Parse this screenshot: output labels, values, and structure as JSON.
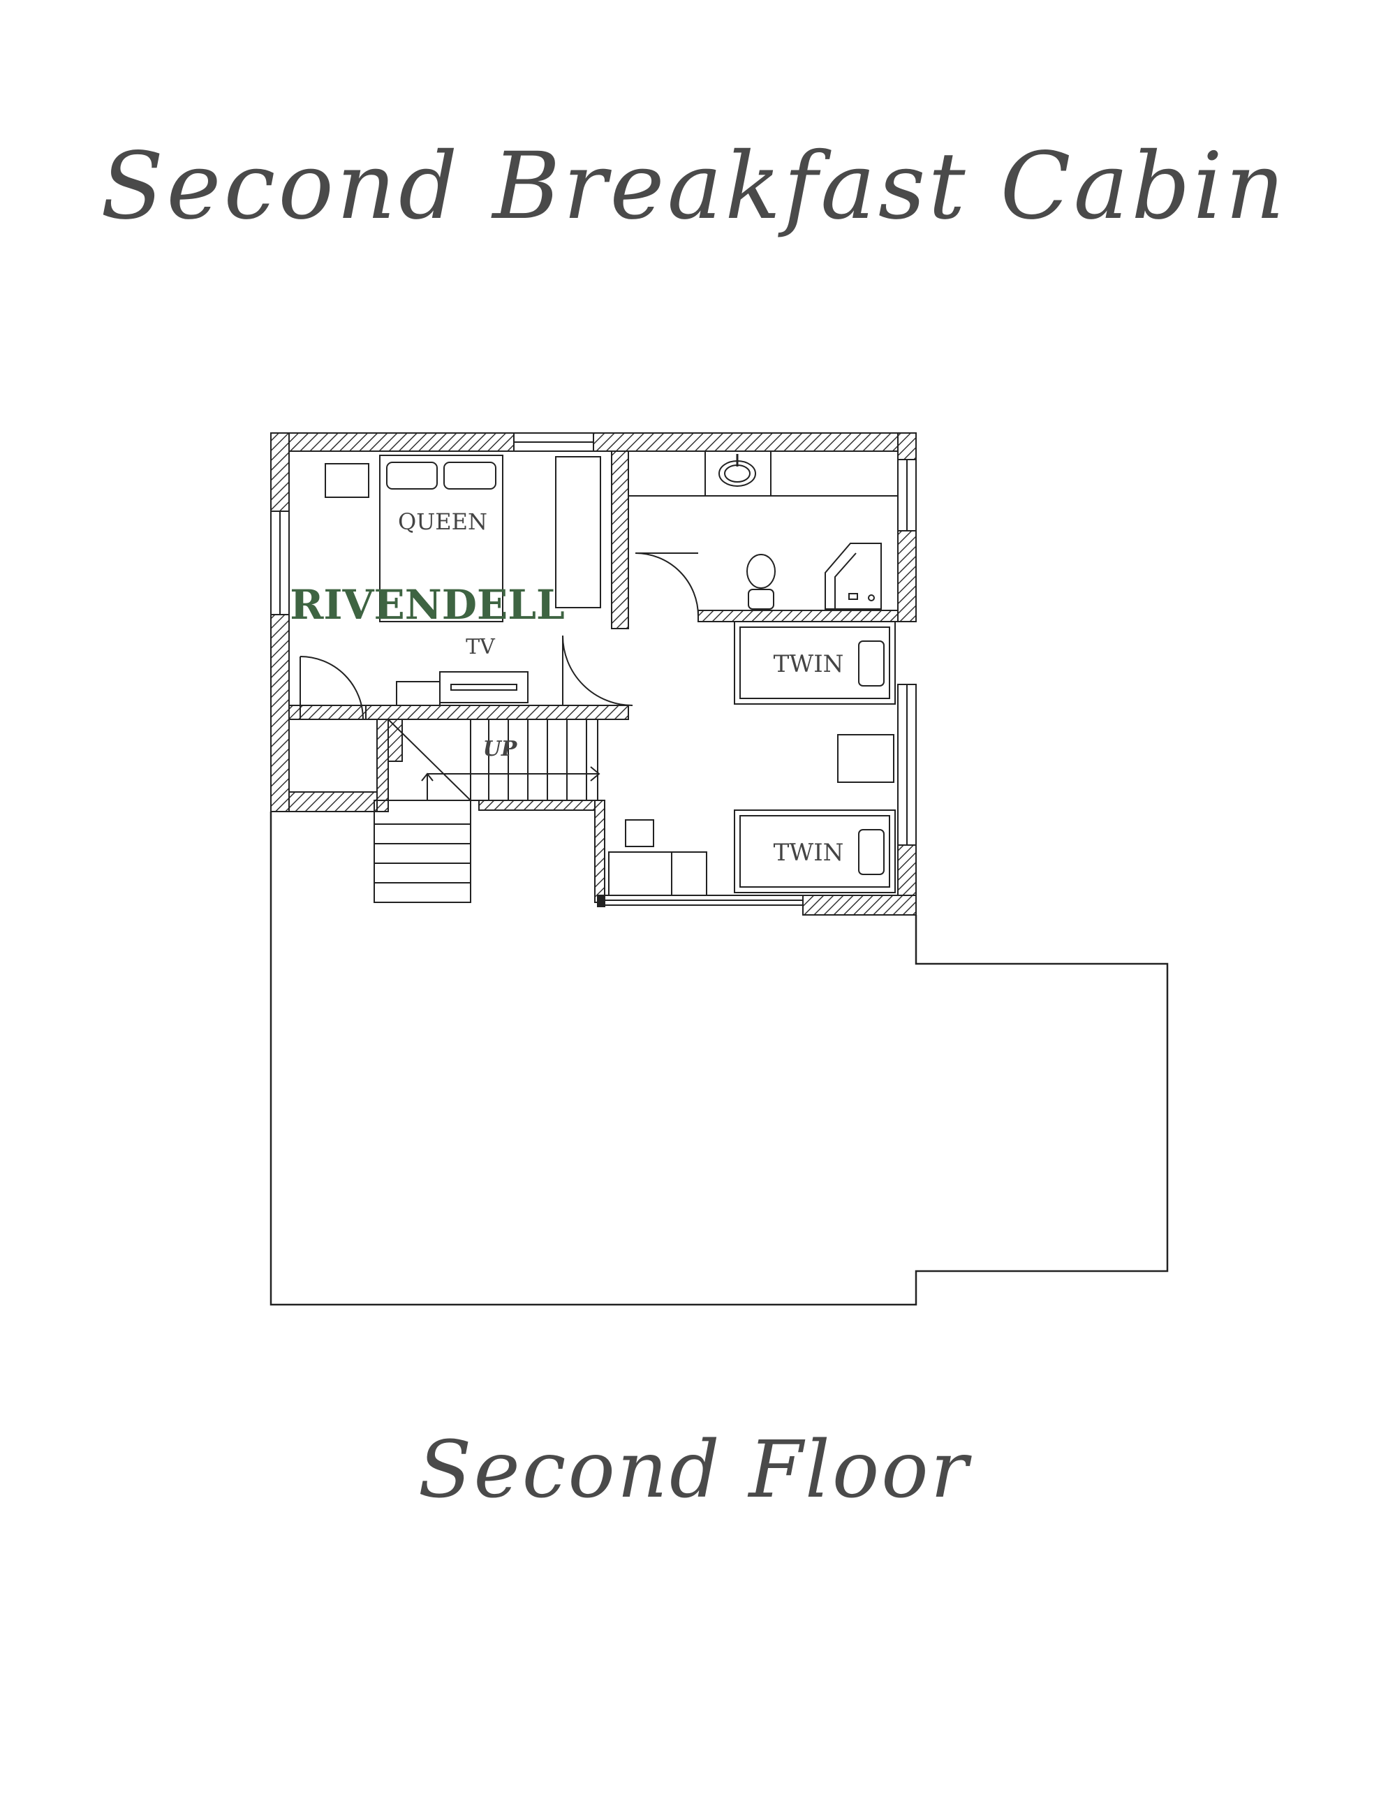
{
  "title": "Second Breakfast Cabin",
  "floor_title": "Second Floor",
  "plan": {
    "room_name": "RIVENDELL",
    "labels": {
      "queen": "QUEEN",
      "tv": "TV",
      "twin_top": "TWIN",
      "twin_bottom": "TWIN",
      "stairs": "UP"
    },
    "colors": {
      "ink": "#222222",
      "title": "#4a4a4a",
      "room_name": "#3e6442"
    }
  }
}
